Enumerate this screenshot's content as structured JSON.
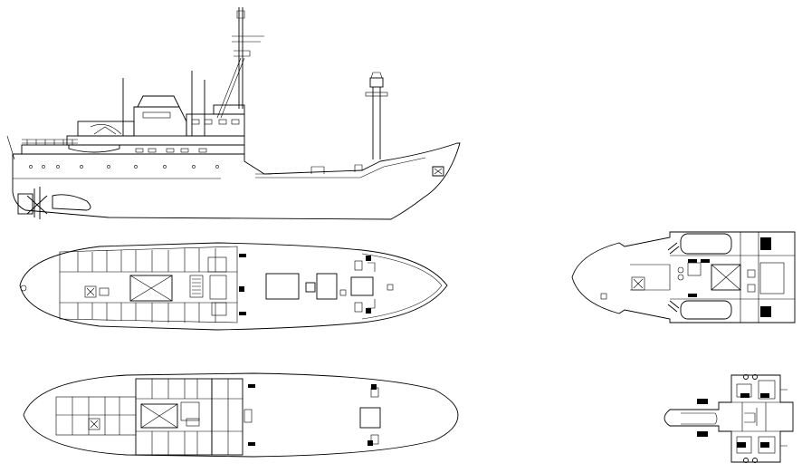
{
  "drawing": {
    "type": "ship general arrangement drawing",
    "views": [
      "profile",
      "main-deck-plan",
      "lower-deck-plan",
      "bridge-deck-plan",
      "compass-deck-plan"
    ],
    "colors": {
      "line": "#000000",
      "background": "#ffffff"
    }
  }
}
